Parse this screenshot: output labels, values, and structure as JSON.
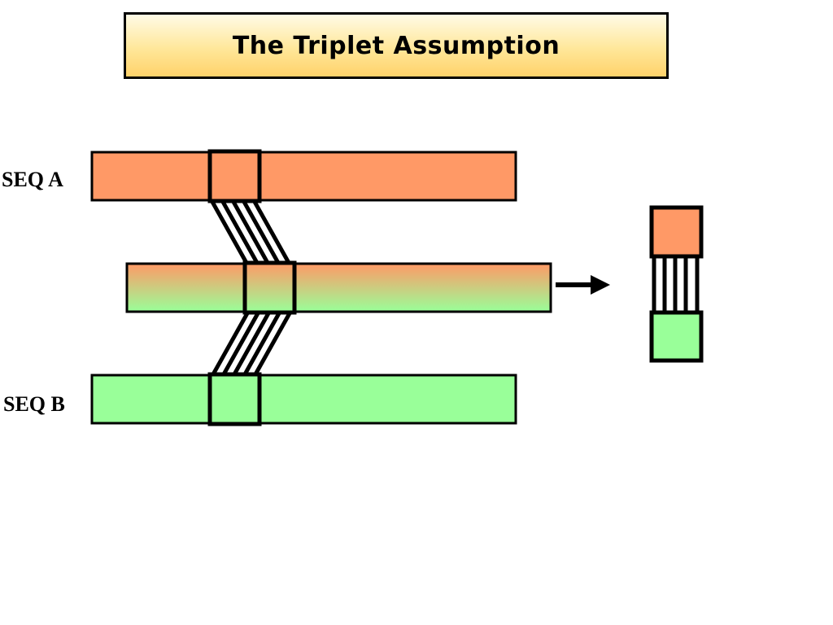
{
  "slide": {
    "title": "The Triplet Assumption"
  },
  "diagram": {
    "seq_a_label": "SEQ A",
    "seq_b_label": "SEQ B",
    "colors": {
      "seq_a": "#ff9966",
      "seq_b": "#99ff99",
      "outline": "#000000",
      "title_fill_top": "#fffbe6",
      "title_fill_bottom": "#ffd26a"
    }
  }
}
